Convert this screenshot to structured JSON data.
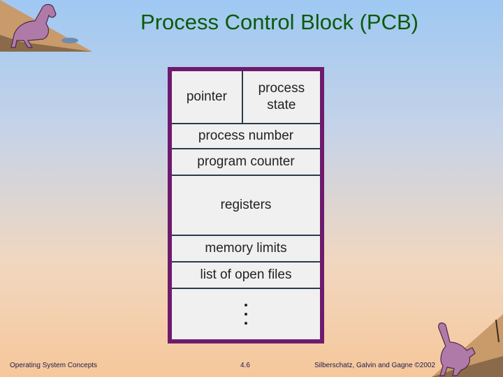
{
  "slide": {
    "title": "Process Control Block (PCB)"
  },
  "pcb": {
    "top_left": "pointer",
    "top_right_line1": "process",
    "top_right_line2": "state",
    "rows": [
      "process number",
      "program counter",
      "registers",
      "memory limits",
      "list of open files"
    ]
  },
  "footer": {
    "left": "Operating System Concepts",
    "center": "4.6",
    "right": "Silberschatz, Galvin and  Gagne ©2002"
  },
  "colors": {
    "title": "#0a5a0a",
    "frame": "#6e1a6e"
  },
  "icons": [
    "dinosaur-logo-top-left",
    "dinosaur-logo-bottom-right"
  ]
}
